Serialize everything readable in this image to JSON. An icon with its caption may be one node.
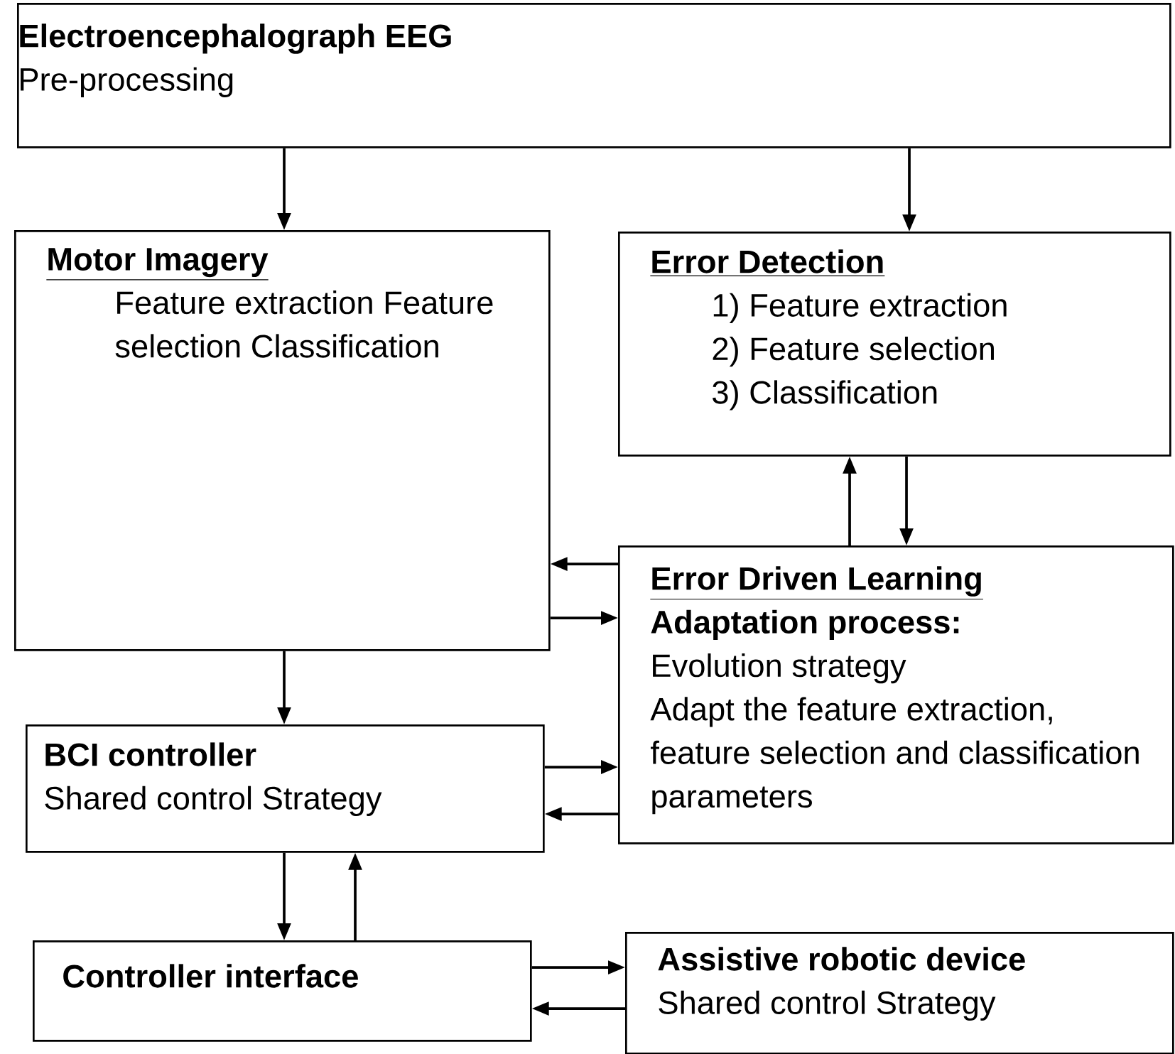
{
  "diagram": {
    "nodes": [
      {
        "text": [
          "Electroencephalograph  EEG",
          "Pre-processing"
        ]
      },
      {
        "text": [
          "Motor Imagery",
          "Feature extraction Feature selection Classification"
        ]
      },
      {
        "text": [
          "Error Detection",
          "1)  Feature extraction",
          "2)  Feature selection",
          "3)  Classification"
        ]
      },
      {
        "text": [
          "Error Driven Learning",
          "Adaptation process:",
          "Evolution strategy",
          "Adapt the feature extraction, feature selection and classification parameters"
        ]
      },
      {
        "text": [
          "BCI controller",
          "Shared control Strategy"
        ]
      },
      {
        "text": [
          "Controller interface"
        ]
      },
      {
        "text": [
          "Assistive robotic device",
          "Shared control Strategy"
        ]
      }
    ],
    "edges": [
      {
        "from": 0,
        "to": 1,
        "arrow": "to"
      },
      {
        "from": 0,
        "to": 2,
        "arrow": "to"
      },
      {
        "from": 3,
        "to": 2,
        "arrow": "to"
      },
      {
        "from": 2,
        "to": 3,
        "arrow": "to"
      },
      {
        "from": 3,
        "to": 1,
        "arrow": "to"
      },
      {
        "from": 1,
        "to": 3,
        "arrow": "to"
      },
      {
        "from": 1,
        "to": 4,
        "arrow": "to"
      },
      {
        "from": 4,
        "to": 3,
        "arrow": "to"
      },
      {
        "from": 3,
        "to": 4,
        "arrow": "to"
      },
      {
        "from": 4,
        "to": 5,
        "arrow": "to"
      },
      {
        "from": 5,
        "to": 4,
        "arrow": "to"
      },
      {
        "from": 5,
        "to": 6,
        "arrow": "to"
      },
      {
        "from": 6,
        "to": 5,
        "arrow": "to"
      }
    ]
  }
}
